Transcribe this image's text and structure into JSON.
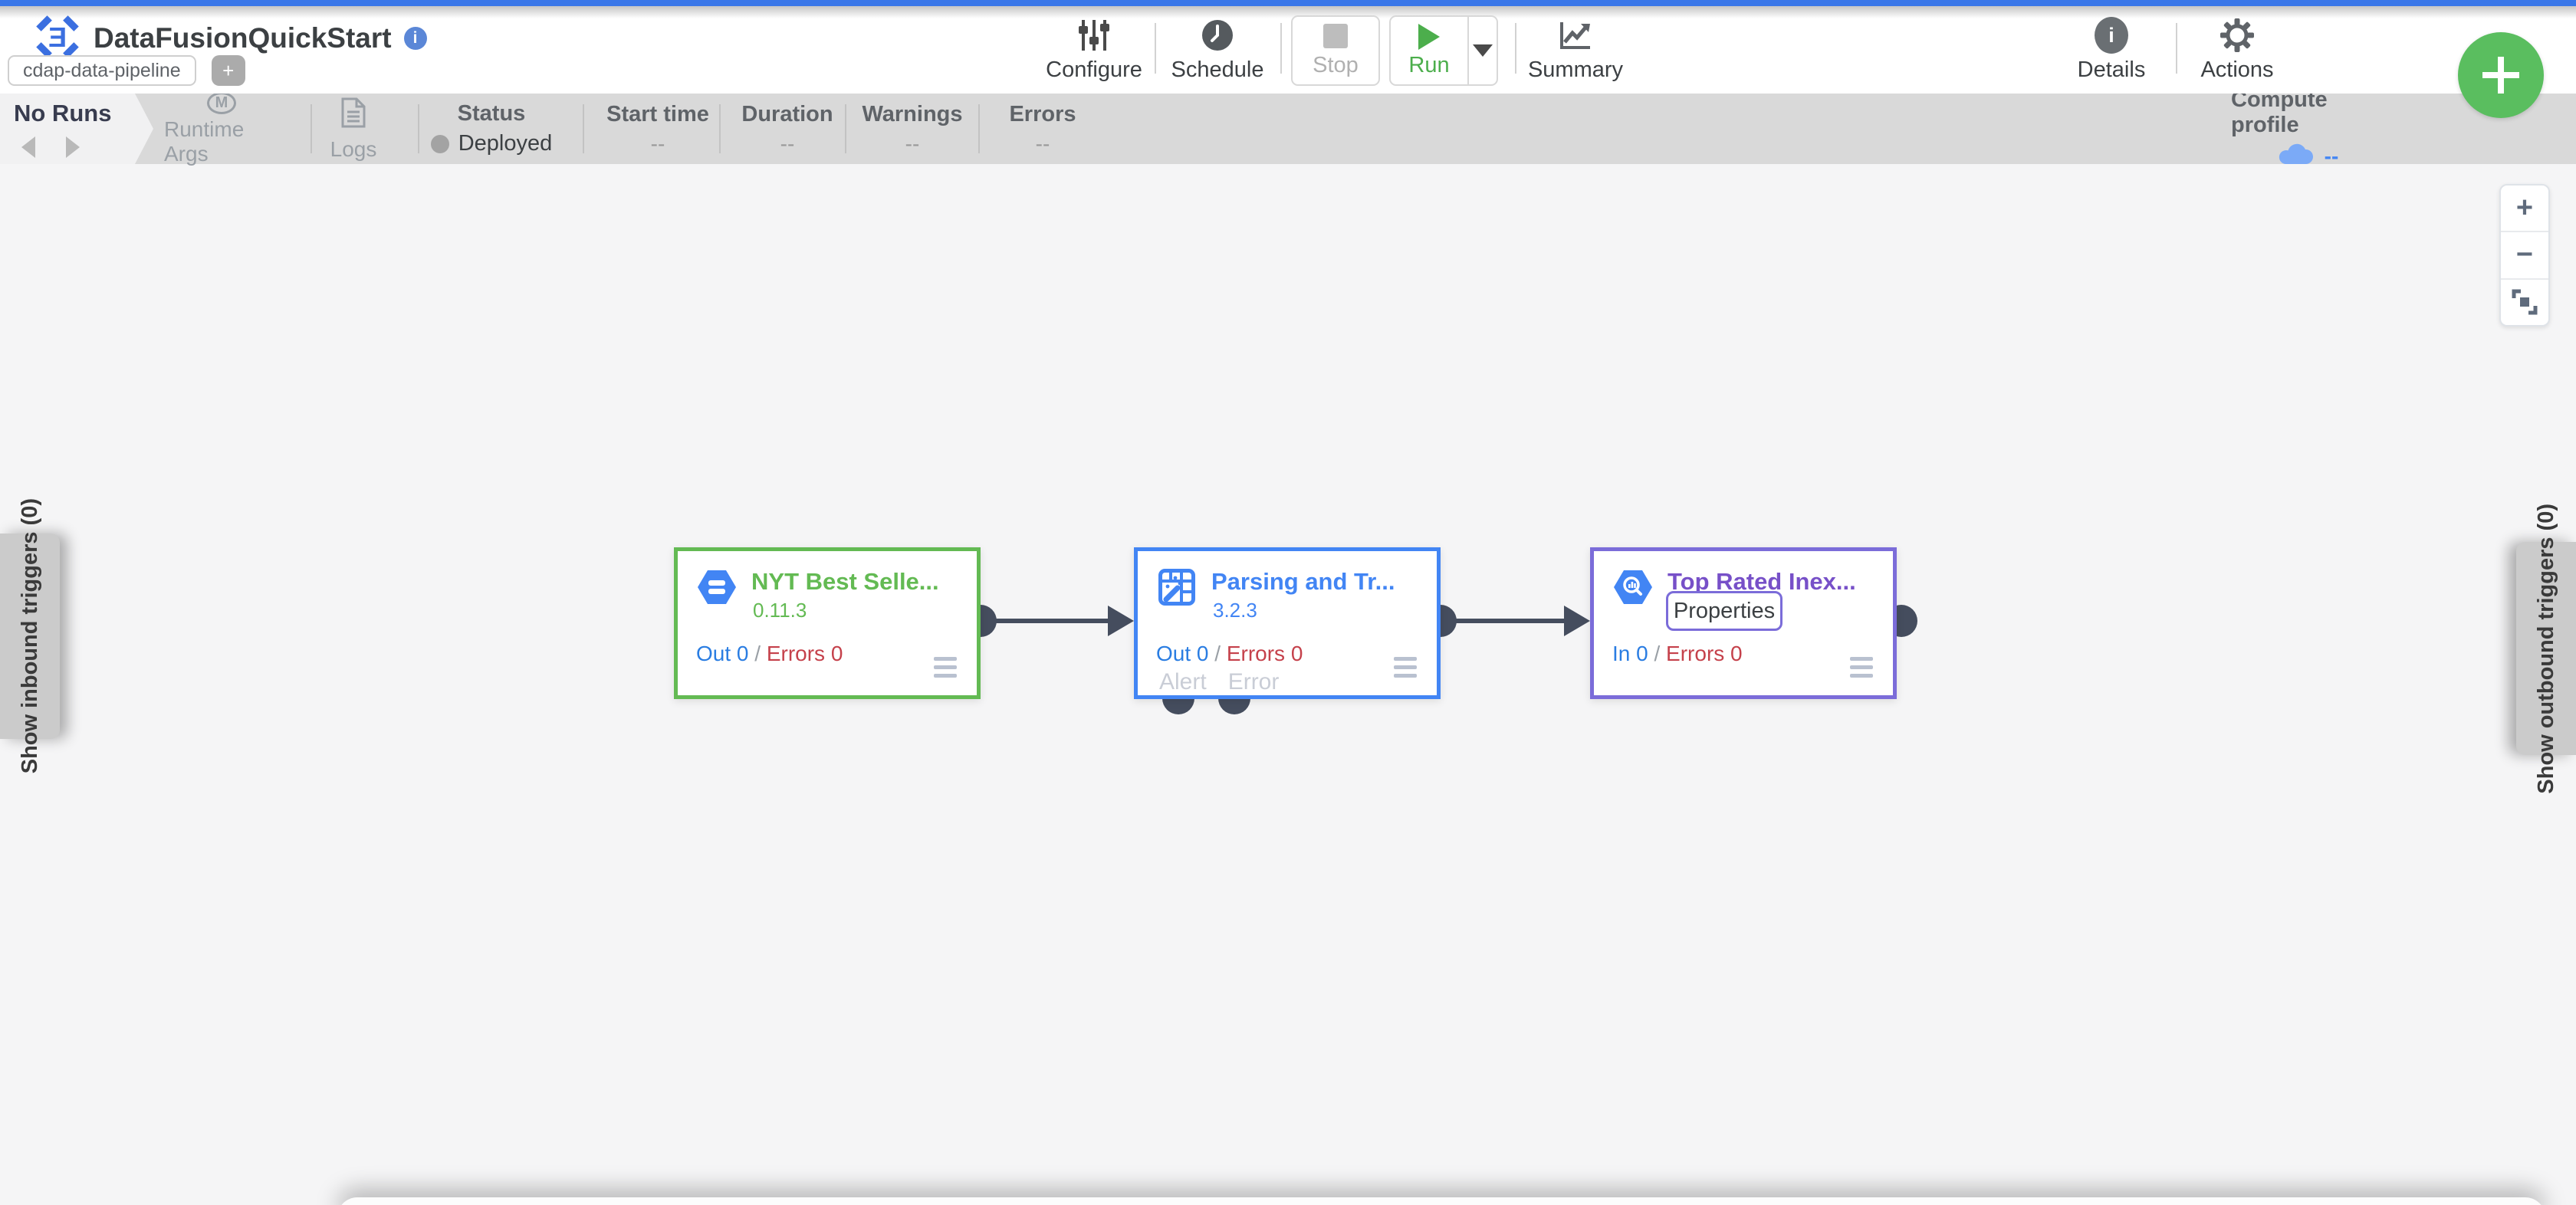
{
  "app": {
    "title": "DataFusionQuickStart",
    "tag": "cdap-data-pipeline",
    "tag_add": "+"
  },
  "toolbar": {
    "configure": "Configure",
    "schedule": "Schedule",
    "stop": "Stop",
    "run": "Run",
    "summary": "Summary",
    "details": "Details",
    "actions": "Actions"
  },
  "status_bar": {
    "no_runs": "No Runs",
    "runtime_args": "Runtime Args",
    "runtime_args_icon": "M",
    "logs": "Logs",
    "status_label": "Status",
    "status_value": "Deployed",
    "start_time_label": "Start time",
    "start_time_value": "--",
    "duration_label": "Duration",
    "duration_value": "--",
    "warnings_label": "Warnings",
    "warnings_value": "--",
    "errors_label": "Errors",
    "errors_value": "--",
    "compute_profile_label": "Compute profile",
    "compute_profile_value": "--"
  },
  "canvas": {
    "left_tab": "Show inbound triggers (0)",
    "right_tab": "Show outbound triggers (0)",
    "zoom_in": "+",
    "zoom_out": "−",
    "fab": "+",
    "nodes": [
      {
        "title": "NYT Best Selle...",
        "version": "0.11.3",
        "out_label": "Out 0",
        "divider": "/",
        "errors_label": "Errors 0",
        "color": "#63ba53"
      },
      {
        "title": "Parsing and Tr...",
        "version": "3.2.3",
        "out_label": "Out 0",
        "divider": "/",
        "errors_label": "Errors 0",
        "alert_port": "Alert",
        "error_port": "Error",
        "color": "#4285f4"
      },
      {
        "title": "Top Rated Inex...",
        "properties_label": "Properties",
        "out_label": "In 0",
        "divider": "/",
        "errors_label": "Errors 0",
        "color": "#7b6cd9"
      }
    ]
  },
  "colors": {
    "top_accent": "#3a77e8",
    "run_green": "#4cae4c",
    "fab_green": "#5abe5f",
    "node_green": "#63ba53",
    "node_blue": "#4285f4",
    "node_purple": "#7b6cd9",
    "edge": "#454d5e",
    "metric_blue": "#2a7de2",
    "error_red": "#c5414b",
    "cloud_blue": "#7baaf7"
  }
}
